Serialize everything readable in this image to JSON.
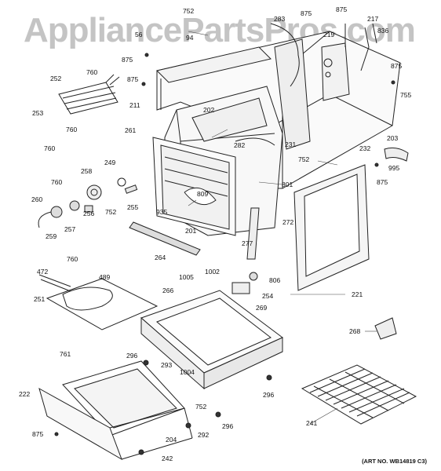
{
  "watermark": "AppliancePartsPros.com",
  "art_number": "(ART NO. WB14819 C3)",
  "labels": {
    "l752a": "752",
    "l875a": "875",
    "l875b": "875",
    "l217": "217",
    "l283": "283",
    "l219": "219",
    "l836": "836",
    "l94": "94",
    "l56": "56",
    "l875c": "875",
    "l875d": "875",
    "l875e": "875",
    "l755": "755",
    "l211": "211",
    "l252": "252",
    "l760a": "760",
    "l253": "253",
    "l760b": "760",
    "l760c": "760",
    "l261": "261",
    "l202": "202",
    "l231": "231",
    "l203": "203",
    "l282": "282",
    "l232": "232",
    "l752b": "752",
    "l995": "995",
    "l875f": "875",
    "l801": "801",
    "l258": "258",
    "l249": "249",
    "l760d": "760",
    "l809": "809",
    "l260": "260",
    "l256": "256",
    "l752c": "752",
    "l255": "255",
    "l935": "935",
    "l201": "201",
    "l272": "272",
    "l259": "259",
    "l257": "257",
    "l277": "277",
    "l264": "264",
    "l1005": "1005",
    "l760e": "760",
    "l472": "472",
    "l489": "489",
    "l1002": "1002",
    "l806": "806",
    "l254": "254",
    "l251": "251",
    "l266": "266",
    "l269": "269",
    "l221": "221",
    "l268": "268",
    "l761": "761",
    "l296a": "296",
    "l293": "293",
    "l1004": "1004",
    "l296b": "296",
    "l222": "222",
    "l752d": "752",
    "l296c": "296",
    "l875g": "875",
    "l204": "204",
    "l292": "292",
    "l241": "241",
    "l242": "242"
  }
}
